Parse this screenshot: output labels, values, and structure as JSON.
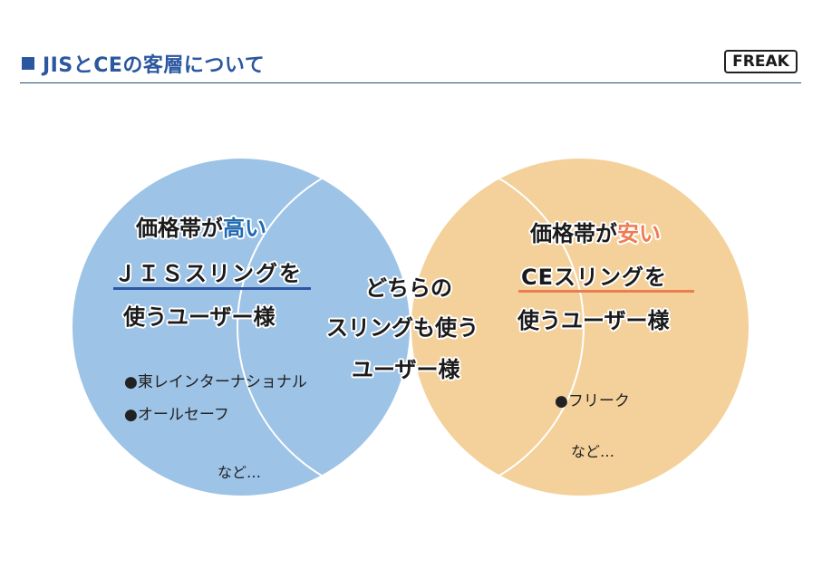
{
  "header": {
    "title": "JISとCEの客層について",
    "logo_text": "FREAK"
  },
  "colors": {
    "title": "#2b57a0",
    "left_circle": "#9dc3e6",
    "right_circle": "#f4d19b",
    "intersection": "#c6d580",
    "blue_underline": "#2e55a3",
    "orange_underline": "#ec7d4f",
    "highlight_blue": "#1e69b0",
    "highlight_orange": "#ef7b52"
  },
  "left": {
    "line1_prefix": "価格帯が",
    "line1_highlight": "高い",
    "line2": "ＪＩＳスリングを",
    "line3": "使うユーザー様",
    "items": [
      "●東レインターナショナル",
      "●オールセーフ"
    ],
    "etc": "など…"
  },
  "center": {
    "line1": "どちらの",
    "line2": "スリングも使う",
    "line3": "ユーザー様"
  },
  "right": {
    "line1_prefix": "価格帯が",
    "line1_highlight": "安い",
    "line2": "CEスリングを",
    "line3": "使うユーザー様",
    "items": [
      "●フリーク"
    ],
    "etc": "など…"
  }
}
